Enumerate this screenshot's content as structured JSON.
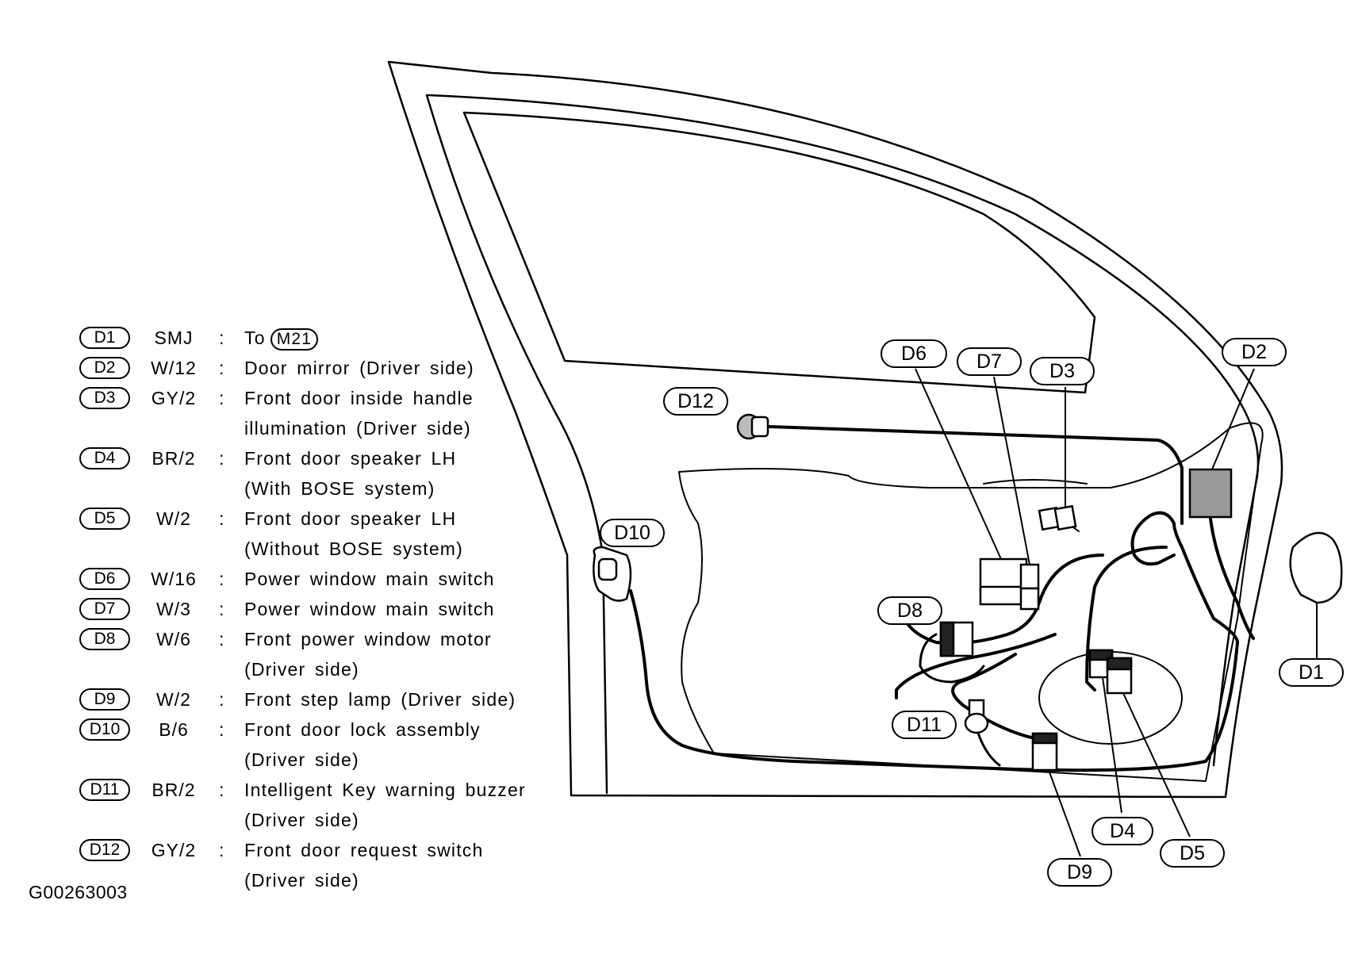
{
  "legend": [
    {
      "code": "D1",
      "spec": "SMJ",
      "lines": [
        "To"
      ],
      "ref": "M21"
    },
    {
      "code": "D2",
      "spec": "W/12",
      "lines": [
        "Door mirror (Driver side)"
      ]
    },
    {
      "code": "D3",
      "spec": "GY/2",
      "lines": [
        "Front door inside handle",
        "illumination (Driver side)"
      ]
    },
    {
      "code": "D4",
      "spec": "BR/2",
      "lines": [
        "Front door speaker LH",
        "(With BOSE system)"
      ]
    },
    {
      "code": "D5",
      "spec": "W/2",
      "lines": [
        "Front door speaker LH",
        "(Without BOSE system)"
      ]
    },
    {
      "code": "D6",
      "spec": "W/16",
      "lines": [
        "Power window main switch"
      ]
    },
    {
      "code": "D7",
      "spec": "W/3",
      "lines": [
        "Power window main switch"
      ]
    },
    {
      "code": "D8",
      "spec": "W/6",
      "lines": [
        "Front power window motor",
        "(Driver side)"
      ]
    },
    {
      "code": "D9",
      "spec": "W/2",
      "lines": [
        "Front step lamp (Driver side)"
      ]
    },
    {
      "code": "D10",
      "spec": "B/6",
      "lines": [
        "Front door lock assembly",
        "(Driver side)"
      ]
    },
    {
      "code": "D11",
      "spec": "BR/2",
      "lines": [
        "Intelligent Key warning buzzer",
        "(Driver side)"
      ]
    },
    {
      "code": "D12",
      "spec": "GY/2",
      "lines": [
        "Front door request switch",
        "(Driver side)"
      ]
    }
  ],
  "separator": ":",
  "figure_id": "G00263003",
  "callouts": {
    "d1": "D1",
    "d2": "D2",
    "d3": "D3",
    "d4": "D4",
    "d5": "D5",
    "d6": "D6",
    "d7": "D7",
    "d8": "D8",
    "d9": "D9",
    "d10": "D10",
    "d11": "D11",
    "d12": "D12"
  }
}
